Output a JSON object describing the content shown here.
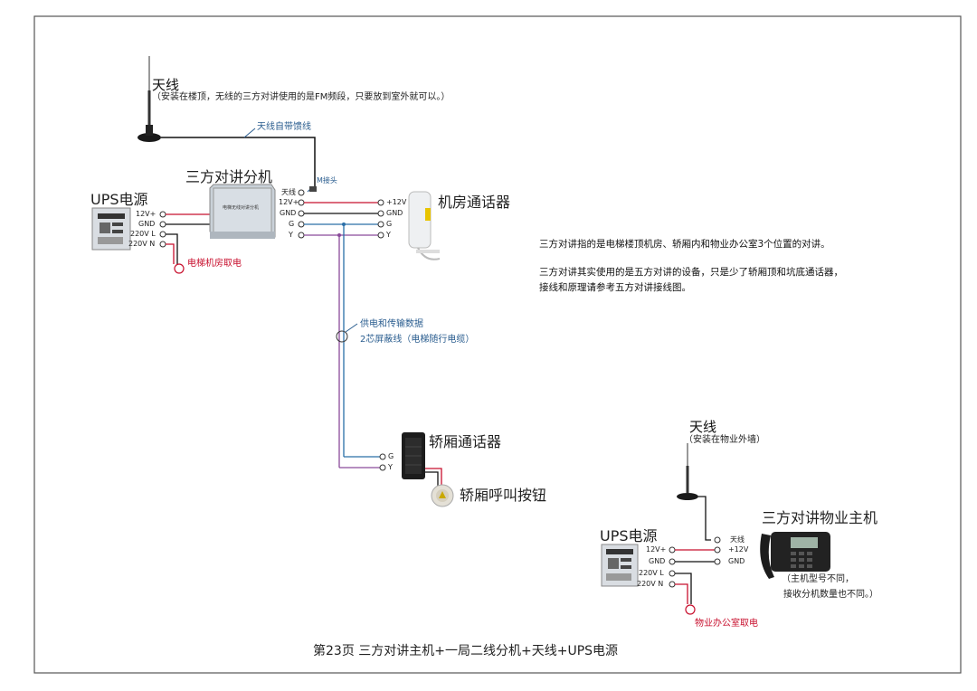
{
  "caption": "第23页 三方对讲主机+一局二线分机+天线+UPS电源",
  "antenna_top": {
    "label": "天线",
    "note": "（安装在楼顶，无线的三方对讲使用的是FM频段，只要放到室外就可以。）",
    "feeder_label": "天线自带馈线",
    "m_connector": "M接头"
  },
  "splitter": {
    "title": "三方对讲分机",
    "device_text": "电梯无线对讲分机",
    "terminals": [
      "天线",
      "12V+",
      "GND",
      "G",
      "Y"
    ]
  },
  "ups_top": {
    "title": "UPS电源",
    "terminals": [
      "12V+",
      "GND",
      "220V L",
      "220V N"
    ],
    "power_note": "电梯机房取电"
  },
  "machine_room_phone": {
    "title": "机房通话器",
    "terminals": [
      "+12V",
      "GND",
      "G",
      "Y"
    ]
  },
  "cable": {
    "line1": "供电和传输数据",
    "line2": "2芯屏蔽线（电梯随行电缆）"
  },
  "car_phone": {
    "title": "轿厢通话器",
    "terminals": [
      "G",
      "Y"
    ],
    "call_button": "轿厢呼叫按钮"
  },
  "description": {
    "line1": "三方对讲指的是电梯楼顶机房、轿厢内和物业办公室3个位置的对讲。",
    "line2": "三方对讲其实使用的是五方对讲的设备，只是少了轿厢顶和坑底通话器，",
    "line3": "接线和原理请参考五方对讲接线图。"
  },
  "antenna_bottom": {
    "label": "天线",
    "note": "（安装在物业外墙）"
  },
  "host": {
    "title": "三方对讲物业主机",
    "terminals": [
      "天线",
      "+12V",
      "GND"
    ],
    "note1": "（主机型号不同，",
    "note2": "接收分机数量也不同。）"
  },
  "ups_bottom": {
    "title": "UPS电源",
    "terminals": [
      "12V+",
      "GND",
      "220V L",
      "220V N"
    ],
    "power_note": "物业办公室取电"
  },
  "colors": {
    "red_wire": "#c8102e",
    "black_wire": "#111111",
    "blue_wire": "#2a6fa8",
    "purple_wire": "#8a4a9a",
    "annotation_blue": "#2a5d8f"
  }
}
